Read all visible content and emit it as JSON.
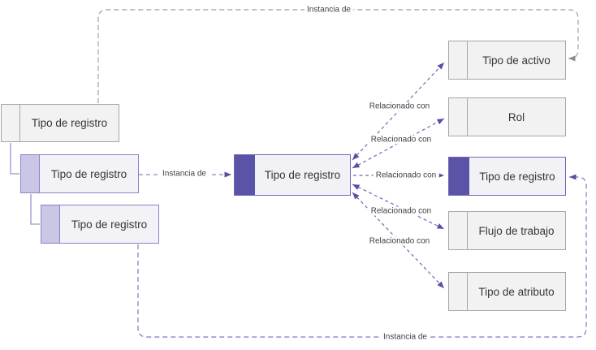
{
  "diagram": {
    "nodes": {
      "left": [
        {
          "label": "Tipo de registro",
          "variant": "gray"
        },
        {
          "label": "Tipo de registro",
          "variant": "purple-light"
        },
        {
          "label": "Tipo de registro",
          "variant": "purple-light"
        }
      ],
      "center": {
        "label": "Tipo de registro",
        "variant": "purple-dark"
      },
      "right": [
        {
          "label": "Tipo de activo",
          "variant": "gray"
        },
        {
          "label": "Rol",
          "variant": "gray"
        },
        {
          "label": "Tipo de registro",
          "variant": "purple-dark"
        },
        {
          "label": "Flujo de trabajo",
          "variant": "gray"
        },
        {
          "label": "Tipo de atributo",
          "variant": "gray"
        }
      ]
    },
    "edges": [
      {
        "id": "instance-root-to-tipo-de-activo",
        "label": "Instancia de",
        "style": "gray-dashed",
        "arrows": "end"
      },
      {
        "id": "instance-child-to-center",
        "label": "Instancia de",
        "style": "purple-dashed",
        "arrows": "end"
      },
      {
        "id": "instance-grandchild-to-right-registro",
        "label": "Instancia de",
        "style": "purple-dashed",
        "arrows": "end"
      },
      {
        "id": "related-center-to-tipo-de-activo",
        "label": "Relacionado con",
        "style": "purple-dashed",
        "arrows": "both"
      },
      {
        "id": "related-center-to-rol",
        "label": "Relacionado con",
        "style": "purple-dashed",
        "arrows": "both"
      },
      {
        "id": "related-center-to-tipo-de-registro",
        "label": "Relacionado con",
        "style": "purple-dashed",
        "arrows": "end"
      },
      {
        "id": "related-center-to-flujo-de-trabajo",
        "label": "Relacionado con",
        "style": "purple-dashed",
        "arrows": "both"
      },
      {
        "id": "related-center-to-tipo-de-atributo",
        "label": "Relacionado con",
        "style": "purple-dashed",
        "arrows": "both"
      }
    ],
    "colors": {
      "purple_dark": "#5B53A7",
      "purple_border": "#6F69B7",
      "purple_light_fill": "#C9C6E6",
      "purple_light_border": "#8983C9",
      "gray_border": "#A6A6A6",
      "node_fill": "#F2F2F2",
      "gray_line": "#9E9E9E",
      "purple_line": "#6E68B8",
      "elbow_line": "#9B96CE",
      "label_text": "#3F3F3F"
    }
  }
}
